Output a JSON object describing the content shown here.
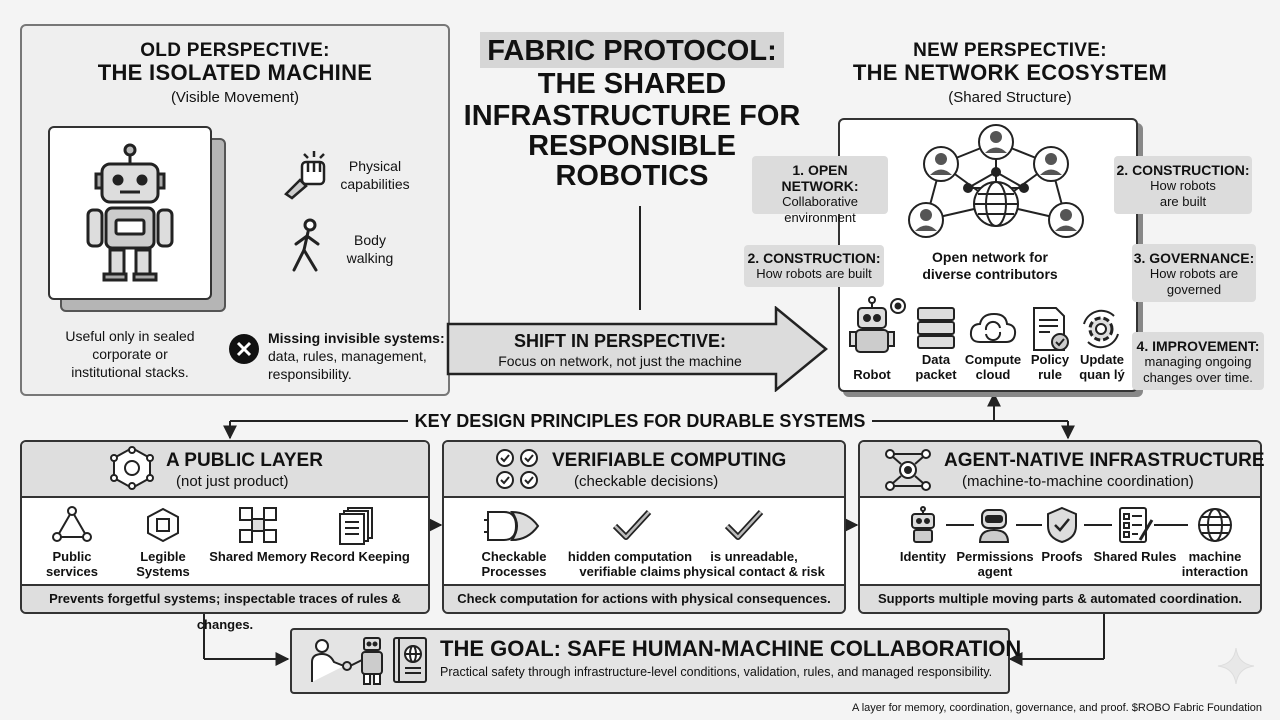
{
  "old": {
    "title1": "OLD PERSPECTIVE:",
    "title2": "THE ISOLATED MACHINE",
    "subtitle": "(Visible Movement)",
    "cap1_line1": "Physical",
    "cap1_line2": "capabilities",
    "cap2_line1": "Body",
    "cap2_line2": "walking",
    "useful_line1": "Useful only in sealed",
    "useful_line2": "corporate or",
    "useful_line3": "institutional stacks.",
    "missing_title": "Missing invisible systems:",
    "missing_line1": "data, rules, management,",
    "missing_line2": "responsibility."
  },
  "center": {
    "title1": "FABRIC PROTOCOL:",
    "title2": "THE SHARED",
    "title3": "INFRASTRUCTURE FOR",
    "title4": "RESPONSIBLE",
    "title5": "ROBOTICS",
    "shift_title": "SHIFT IN PERSPECTIVE:",
    "shift_sub": "Focus on network, not just the machine"
  },
  "new": {
    "title1": "NEW PERSPECTIVE:",
    "title2": "THE NETWORK ECOSYSTEM",
    "subtitle": "(Shared Structure)",
    "network_line1": "Open network for",
    "network_line2": "diverse contributors",
    "tags": {
      "open_title": "1. OPEN NETWORK:",
      "open_l1": "Collaborative",
      "open_l2": "environment",
      "constr_left_title": "2. CONSTRUCTION:",
      "constr_left_l1": "How robots are built",
      "constr_right_title": "2. CONSTRUCTION:",
      "constr_right_l1": "How robots",
      "constr_right_l2": "are built",
      "gov_title": "3. GOVERNANCE:",
      "gov_l1": "How robots are",
      "gov_l2": "governed",
      "imp_title": "4. IMPROVEMENT:",
      "imp_l1": "managing ongoing",
      "imp_l2": "changes over time."
    },
    "items": [
      {
        "l1": "Robot",
        "l2": ""
      },
      {
        "l1": "Data",
        "l2": "packet"
      },
      {
        "l1": "Compute",
        "l2": "cloud"
      },
      {
        "l1": "Policy",
        "l2": "rule"
      },
      {
        "l1": "Update",
        "l2": "quan lý"
      }
    ]
  },
  "principles_title": "KEY DESIGN PRINCIPLES FOR DURABLE SYSTEMS",
  "public": {
    "title": "A PUBLIC LAYER",
    "subtitle": "(not just product)",
    "items": [
      {
        "l1": "Public",
        "l2": "services"
      },
      {
        "l1": "Legible",
        "l2": "Systems"
      },
      {
        "l1": "Shared Memory",
        "l2": ""
      },
      {
        "l1": "Record Keeping",
        "l2": ""
      }
    ],
    "footer": "Prevents forgetful systems; inspectable traces of rules & changes."
  },
  "verifiable": {
    "title": "VERIFIABLE COMPUTING",
    "subtitle": "(checkable decisions)",
    "items": [
      {
        "l1": "Checkable",
        "l2": "Processes"
      },
      {
        "l1": "hidden computation",
        "l2": "verifiable claims"
      },
      {
        "l1": "is unreadable,",
        "l2": "physical contact & risk"
      }
    ],
    "footer": "Check computation for actions with physical consequences."
  },
  "agent": {
    "title": "AGENT-NATIVE INFRASTRUCTURE",
    "subtitle": "(machine-to-machine coordination)",
    "items": [
      {
        "l1": "Identity",
        "l2": ""
      },
      {
        "l1": "Permissions",
        "l2": "agent"
      },
      {
        "l1": "Proofs",
        "l2": ""
      },
      {
        "l1": "Shared Rules",
        "l2": ""
      },
      {
        "l1": "machine",
        "l2": "interaction"
      }
    ],
    "footer": "Supports multiple moving parts & automated coordination."
  },
  "goal": {
    "title": "THE GOAL: SAFE HUMAN-MACHINE COLLABORATION",
    "subtitle": "Practical safety through infrastructure-level conditions, validation, rules, and managed responsibility."
  },
  "footer_note": "A layer for memory, coordination, governance, and proof. $ROBO Fabric Foundation"
}
